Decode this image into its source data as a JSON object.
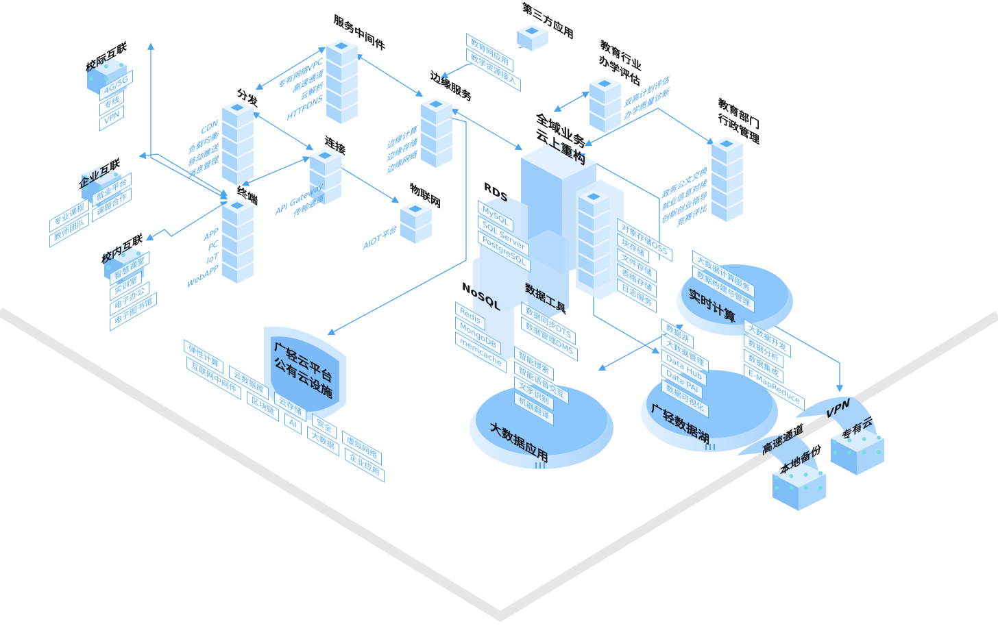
{
  "center": {
    "title_line1": "全域业务",
    "title_line2": "云上重构"
  },
  "xiaoji": {
    "title": "校际互联",
    "tags": [
      "4G/5G",
      "专线",
      "VPN"
    ]
  },
  "qiye": {
    "title": "企业互联",
    "tags_right": [
      "就业平台",
      "课题合作"
    ],
    "tags_left": [
      "专业课程",
      "教师团队"
    ]
  },
  "xiaonei": {
    "title": "校内互联",
    "tags": [
      "智慧课堂",
      "实训室",
      "电子办公",
      "电子图书馆"
    ]
  },
  "fenfa": {
    "title": "分发",
    "items": [
      "CDN",
      "负载均衡",
      "移动推送",
      "消息管理"
    ]
  },
  "middleware": {
    "title": "服务中间件",
    "items": [
      "专有网络VPC",
      "高速通道",
      "云解析",
      "HTTPDNS"
    ]
  },
  "lianjie": {
    "title": "连接",
    "items": [
      "API Gateway",
      "传输通道"
    ]
  },
  "zhongduan": {
    "title": "终端",
    "items": [
      "APP",
      "PC",
      "IoT",
      "WebAPP"
    ]
  },
  "iot": {
    "title": "物联网",
    "items": [
      "AIOT平台"
    ]
  },
  "edge": {
    "title": "边缘服务",
    "items": [
      "边缘计算",
      "边缘存储",
      "边缘网络"
    ]
  },
  "third": {
    "title": "第三方应用",
    "tags": [
      "教育网应用",
      "教学资源接入"
    ]
  },
  "eval": {
    "title_line1": "教育行业",
    "title_line2": "办学评估",
    "items": [
      "双高计划评估",
      "办学质量诊断"
    ]
  },
  "admin": {
    "title_line1": "教育部门",
    "title_line2": "行政管理",
    "items": [
      "政务公文交换",
      "就业信息对接",
      "创新创业指导",
      "竞赛评比"
    ]
  },
  "rds": {
    "title": "RDS",
    "tags": [
      "MySQL",
      "SQL Server",
      "PostgreSQL"
    ]
  },
  "nosql": {
    "title": "NoSQL",
    "tags": [
      "Redis",
      "MongoDB",
      "memcache"
    ]
  },
  "datatools": {
    "title": "数据工具",
    "tags": [
      "数据同步DTS",
      "数据管理DMS"
    ]
  },
  "storage": {
    "tags": [
      "对象存储OSS",
      "块存储",
      "文件存储",
      "表格存储",
      "日志服务"
    ]
  },
  "realtime": {
    "title": "实时计算",
    "tags": [
      "大数据计算服务",
      "数据构建与管理"
    ]
  },
  "datalake": {
    "title": "广轻数据湖",
    "tags_back": [
      "大数据开发",
      "数据分析",
      "数据集成",
      "E-MapReduce"
    ],
    "tags_front": [
      "数据湖",
      "大数据管理",
      "Data Hub",
      "Data PAI",
      "数据可视化"
    ]
  },
  "bigdata_app": {
    "title": "大数据应用",
    "tags": [
      "智能搜索",
      "智能语音交互",
      "文字识别",
      "机器翻译"
    ]
  },
  "shield": {
    "title_line1": "广轻云平台",
    "title_line2": "公有云设施"
  },
  "public_cloud": {
    "row1": [
      "弹性计算",
      "云数据库",
      "云存储",
      "安全",
      "虚拟网络"
    ],
    "row2": [
      "互联网中间件",
      "区块链",
      "AI",
      "大数据",
      "企业应用"
    ]
  },
  "vpn": {
    "title": "VPN",
    "label": "专有云"
  },
  "highspeed": {
    "title": "高速通道",
    "label": "本地备份"
  },
  "colors": {
    "accent": "#4aa3ef",
    "light": "#d6ecff",
    "mid": "#8cc6fa",
    "floor": "#e6e6e6"
  }
}
